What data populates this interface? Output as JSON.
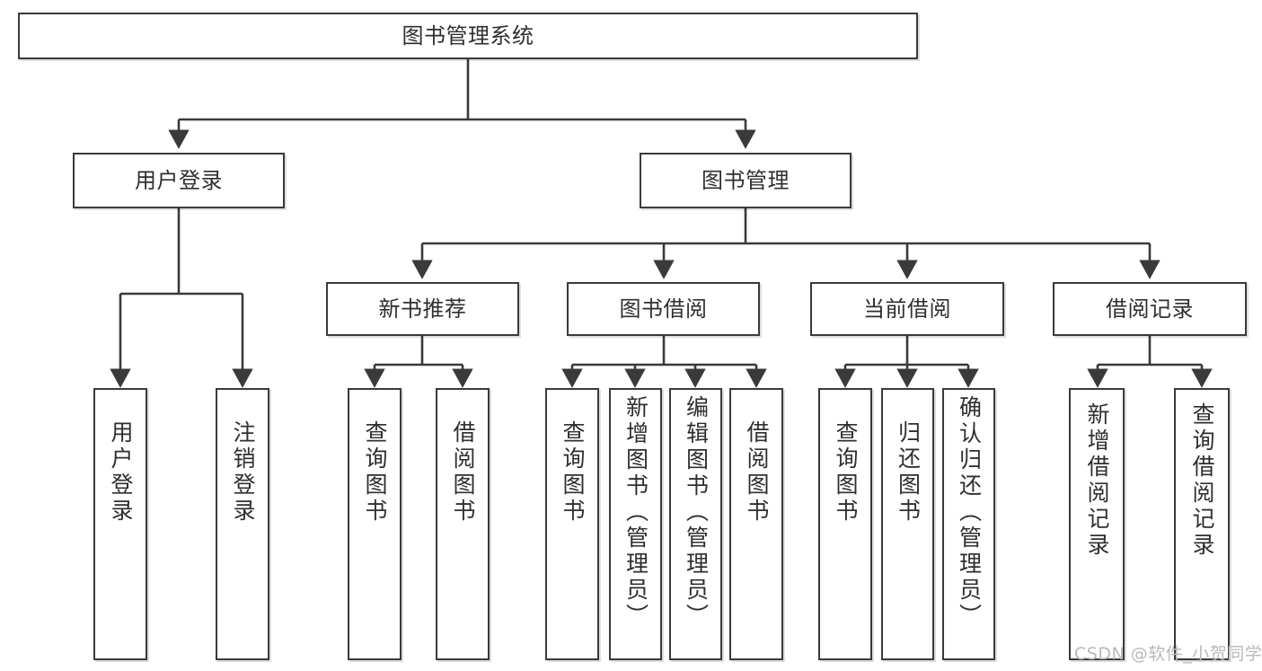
{
  "diagram": {
    "title": "图书管理系统",
    "type": "tree-hierarchy",
    "root": {
      "label": "图书管理系统"
    },
    "level2": [
      {
        "label": "用户登录"
      },
      {
        "label": "图书管理"
      }
    ],
    "level3": [
      {
        "label": "新书推荐"
      },
      {
        "label": "图书借阅"
      },
      {
        "label": "当前借阅"
      },
      {
        "label": "借阅记录"
      }
    ],
    "leaves": {
      "user_login": [
        {
          "label": "用户登录"
        },
        {
          "label": "注销登录"
        }
      ],
      "new_book_recommend": [
        {
          "label": "查询图书"
        },
        {
          "label": "借阅图书"
        }
      ],
      "book_borrow": [
        {
          "label": "查询图书"
        },
        {
          "label": "新增图书（管理员）"
        },
        {
          "label": "编辑图书（管理员）"
        },
        {
          "label": "借阅图书"
        }
      ],
      "current_borrow": [
        {
          "label": "查询图书"
        },
        {
          "label": "归还图书"
        },
        {
          "label": "确认归还（管理员）"
        }
      ],
      "borrow_record": [
        {
          "label": "新增借阅记录"
        },
        {
          "label": "查询借阅记录"
        }
      ]
    },
    "colors": {
      "stroke": "#3a3a3a",
      "fill": "#ffffff",
      "text": "#2f2f2f",
      "watermark": "#b9b9b9"
    }
  },
  "watermark": {
    "text": "CSDN @软件_小贺同学"
  }
}
